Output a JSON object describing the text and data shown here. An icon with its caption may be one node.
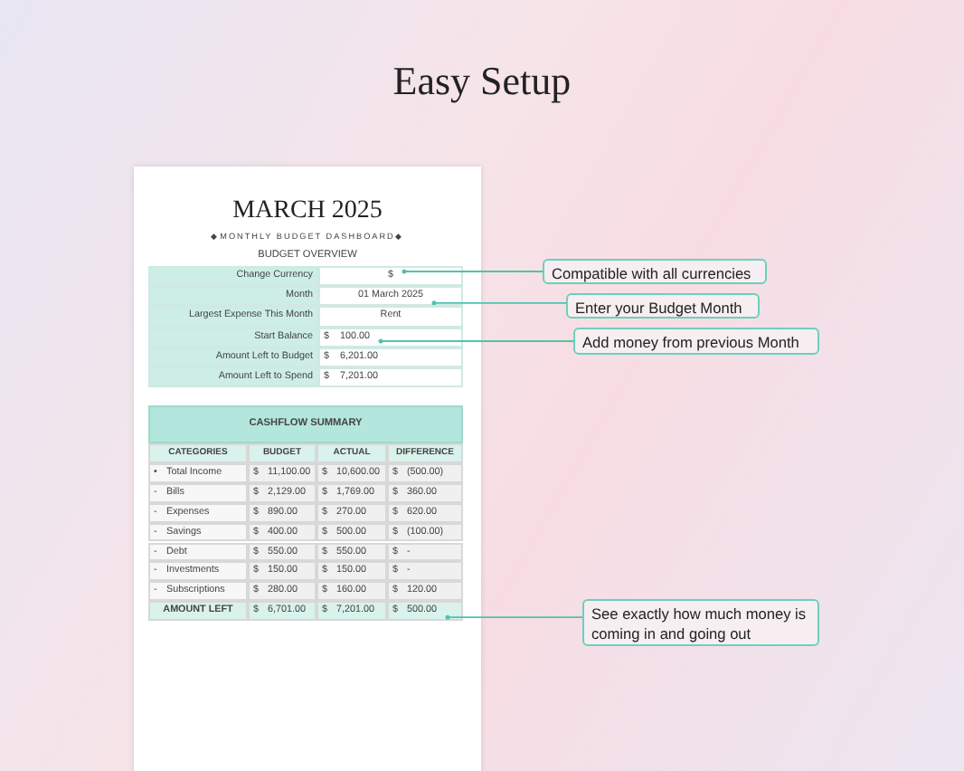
{
  "diagram": {
    "title": "Easy Setup",
    "nodes": [
      {
        "text": [
          "Compatible with all currencies"
        ]
      },
      {
        "text": [
          "Enter your Budget Month"
        ]
      },
      {
        "text": [
          "Add money from previous Month"
        ]
      },
      {
        "text": [
          "See exactly how much money is coming in and going out"
        ]
      },
      {
        "text": [
          "$"
        ]
      },
      {
        "text": [
          "01 March 2025"
        ]
      },
      {
        "text": [
          "$",
          "100.00"
        ]
      },
      {
        "text": [
          "$",
          "500.00"
        ]
      }
    ],
    "edges": [
      {
        "from": 0,
        "to": 4,
        "arrow": "other"
      },
      {
        "from": 1,
        "to": 5,
        "arrow": "other"
      },
      {
        "from": 2,
        "to": 6,
        "arrow": "other"
      },
      {
        "from": 3,
        "to": 7,
        "arrow": "other"
      }
    ],
    "labels": [
      "MARCH 2025",
      "◆MONTHLY BUDGET DASHBOARD◆",
      "BUDGET OVERVIEW",
      "Change Currency",
      "Month",
      "Largest Expense This Month",
      "Rent",
      "Start Balance",
      "Amount Left to Budget",
      "$",
      "6,201.00",
      "Amount Left to Spend",
      "$",
      "7,201.00",
      "CASHFLOW SUMMARY",
      "CATEGORIES",
      "BUDGET",
      "ACTUAL",
      "DIFFERENCE",
      "•",
      "Total Income",
      "$",
      "11,100.00",
      "$",
      "10,600.00",
      "$",
      "(500.00)",
      "-",
      "Bills",
      "$",
      "2,129.00",
      "$",
      "1,769.00",
      "$",
      "360.00",
      "-",
      "Expenses",
      "$",
      "890.00",
      "$",
      "270.00",
      "$",
      "620.00",
      "-",
      "Savings",
      "$",
      "400.00",
      "$",
      "500.00",
      "$",
      "(100.00)",
      "-",
      "Debt",
      "$",
      "550.00",
      "$",
      "550.00",
      "$",
      "-",
      "-",
      "Investments",
      "$",
      "150.00",
      "$",
      "150.00",
      "$",
      "-",
      "-",
      "Subscriptions",
      "$",
      "280.00",
      "$",
      "160.00",
      "$",
      "120.00",
      "AMOUNT LEFT",
      "$",
      "6,701.00",
      "$",
      "7,201.00"
    ]
  }
}
